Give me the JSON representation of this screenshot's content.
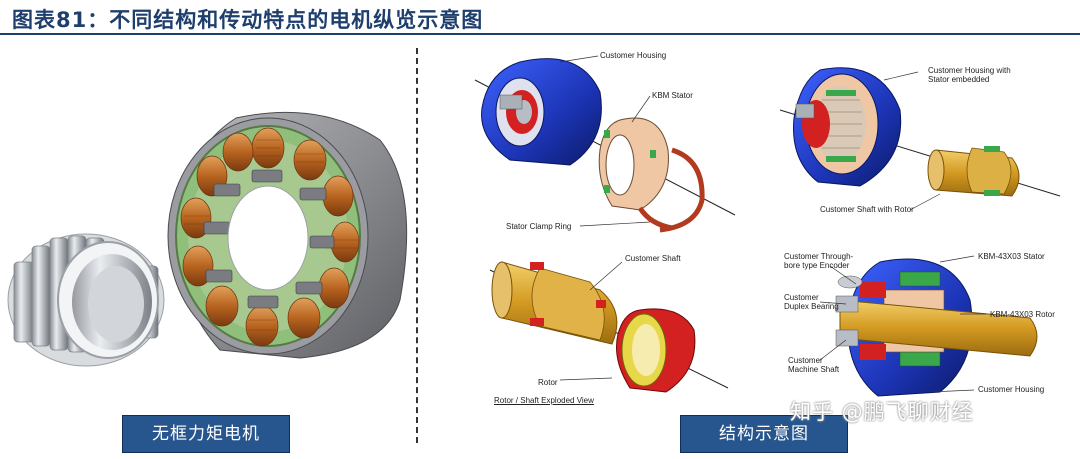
{
  "header": {
    "title": "图表81：不同结构和传动特点的电机纵览示意图"
  },
  "left_panel": {
    "caption": "无框力矩电机"
  },
  "right_panel": {
    "caption": "结构示意图",
    "diagrams": {
      "top_left": {
        "labels": {
          "customer_housing": "Customer Housing",
          "kbm_stator": "KBM Stator",
          "stator_clamp_ring": "Stator Clamp Ring"
        }
      },
      "top_right": {
        "labels": {
          "housing_with_stator": "Customer Housing with",
          "housing_with_stator_2": "Stator embedded",
          "shaft_with_rotor": "Customer Shaft with Rotor"
        }
      },
      "bottom_left": {
        "labels": {
          "customer_shaft": "Customer Shaft",
          "rotor": "Rotor",
          "exploded_view": "Rotor / Shaft Exploded View"
        }
      },
      "bottom_right": {
        "labels": {
          "encoder_1": "Customer Through-",
          "encoder_2": "bore type Encoder",
          "bearing_1": "Customer",
          "bearing_2": "Duplex Bearing",
          "machine_shaft_1": "Customer",
          "machine_shaft_2": "Machine Shaft",
          "stator": "KBM-43X03 Stator",
          "rotor": "KBM-43X03 Rotor",
          "housing": "Customer Housing"
        }
      }
    }
  },
  "watermark": "知乎 @鹏飞聊财经",
  "colors": {
    "title": "#1e3f6e",
    "caption_bg": "#27558e",
    "housing_blue": "#1f3fc8",
    "shaft_gold": "#d8a62a",
    "rotor_red": "#d01818",
    "copper": "#c0702a",
    "stator_green": "#7fa86a"
  }
}
